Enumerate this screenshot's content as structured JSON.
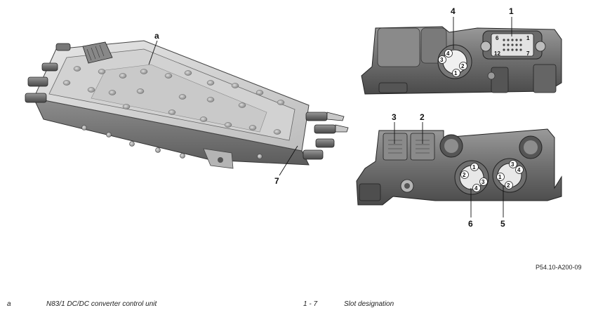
{
  "callouts": {
    "a": "a",
    "seven": "7",
    "one": "1",
    "four": "4",
    "three": "3",
    "two": "2",
    "six": "6",
    "five": "5"
  },
  "connector1_pins": [
    "6",
    "1",
    "12",
    "7"
  ],
  "connector4_pins": [
    "4",
    "3",
    "2",
    "1"
  ],
  "connector6_pins": [
    "1",
    "2",
    "3",
    "4"
  ],
  "connector5_pins": [
    "3",
    "4",
    "1",
    "2"
  ],
  "figure_ref": "P54.10-A200-09",
  "legend": {
    "a_key": "a",
    "a_text": "N83/1 DC/DC converter control unit",
    "range_key": "1 - 7",
    "range_text": "Slot designation"
  }
}
